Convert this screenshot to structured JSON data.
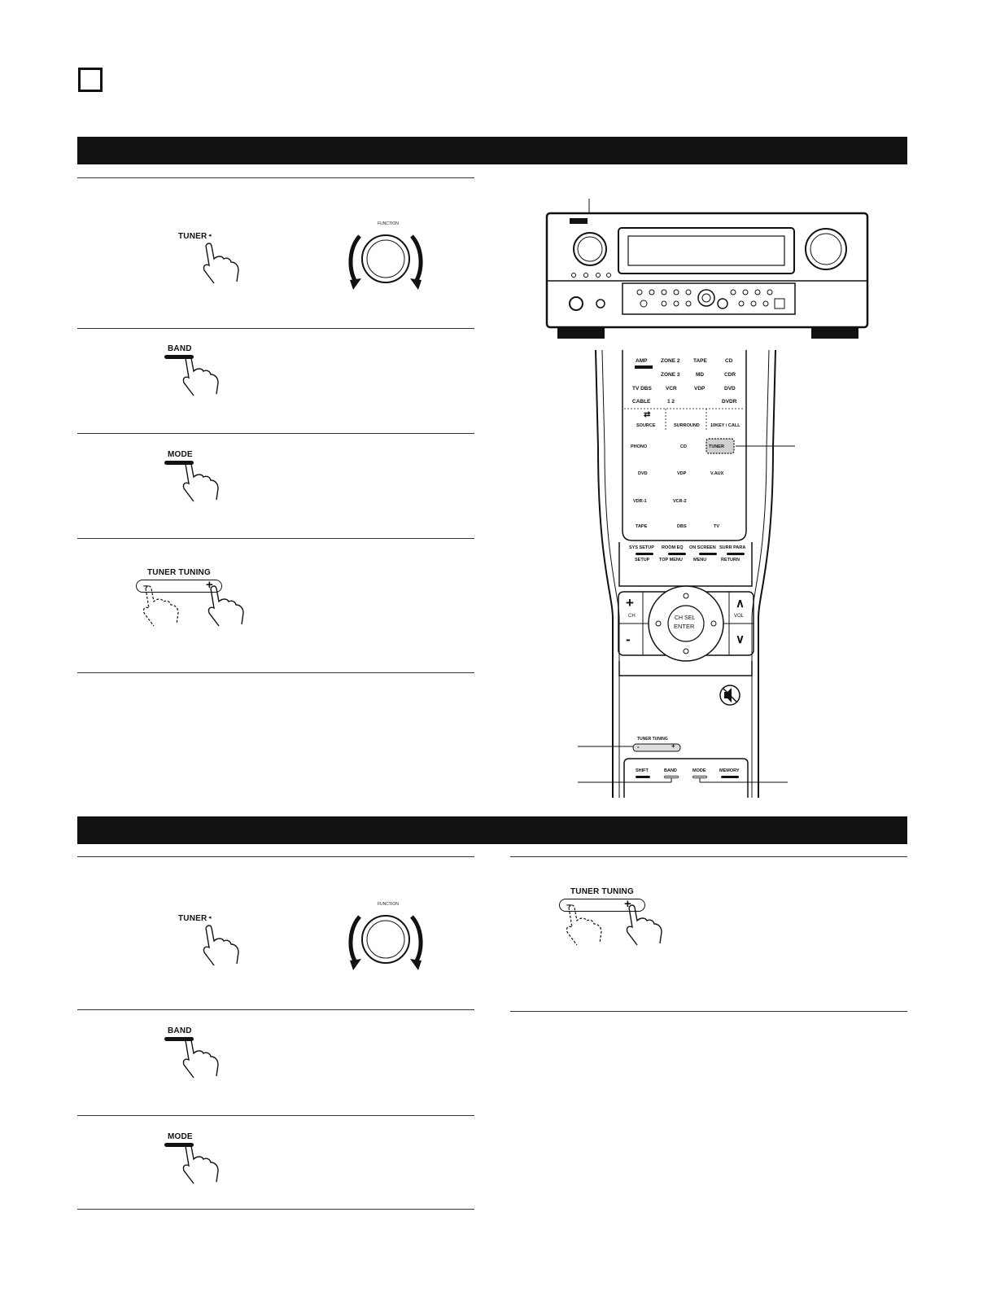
{
  "labels": {
    "tuner": "TUNER",
    "function": "FUNCTION",
    "band": "BAND",
    "mode": "MODE",
    "tuner_tuning": "TUNER TUNING"
  },
  "remote": {
    "rows": [
      [
        "AMP",
        "ZONE 2",
        "TAPE",
        "CD"
      ],
      [
        "",
        "ZONE 3",
        "MD",
        "CDR"
      ],
      [
        "TV DBS",
        "VCR",
        "VDP",
        "DVD"
      ],
      [
        "CABLE",
        "1 2",
        "",
        "DVDR"
      ]
    ],
    "source_row": [
      "SOURCE",
      "SURROUND",
      "10KEY / CALL"
    ],
    "inputs": [
      "PHONO",
      "CD",
      "TUNER",
      "DVD",
      "VDP",
      "V.AUX",
      "VDR-1",
      "VCR-2",
      "TAPE",
      "DBS",
      "TV"
    ],
    "setup_top": [
      "SYS SETUP",
      "ROOM EQ",
      "ON SCREEN",
      "SURR PARA"
    ],
    "setup_bottom": [
      "SETUP",
      "TOP MENU",
      "MENU",
      "RETURN"
    ],
    "ch": "CH",
    "vol": "VOL",
    "enter_top": "CH SEL",
    "enter_bottom": "ENTER",
    "bottom_buttons": [
      "SHIFT",
      "BAND",
      "MODE",
      "MEMORY"
    ],
    "tuning": "TUNER TUNING",
    "minus": "-",
    "plus": "+"
  }
}
